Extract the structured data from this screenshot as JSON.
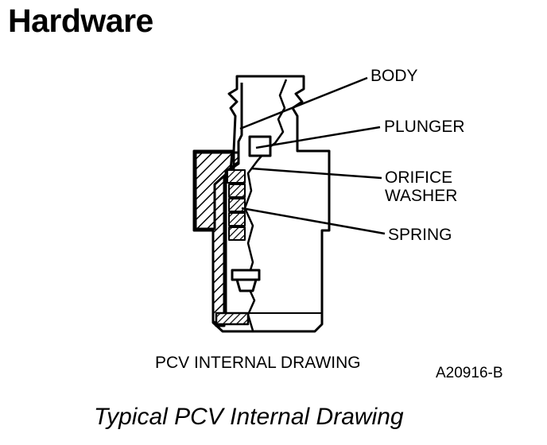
{
  "heading": "Hardware",
  "callouts": {
    "body": "BODY",
    "plunger": "PLUNGER",
    "orifice_washer_line1": "ORIFICE",
    "orifice_washer_line2": "WASHER",
    "spring": "SPRING"
  },
  "drawing_label": "PCV INTERNAL DRAWING",
  "figure_code": "A20916-B",
  "caption": "Typical PCV Internal Drawing",
  "colors": {
    "ink": "#000000",
    "paper": "#ffffff"
  }
}
